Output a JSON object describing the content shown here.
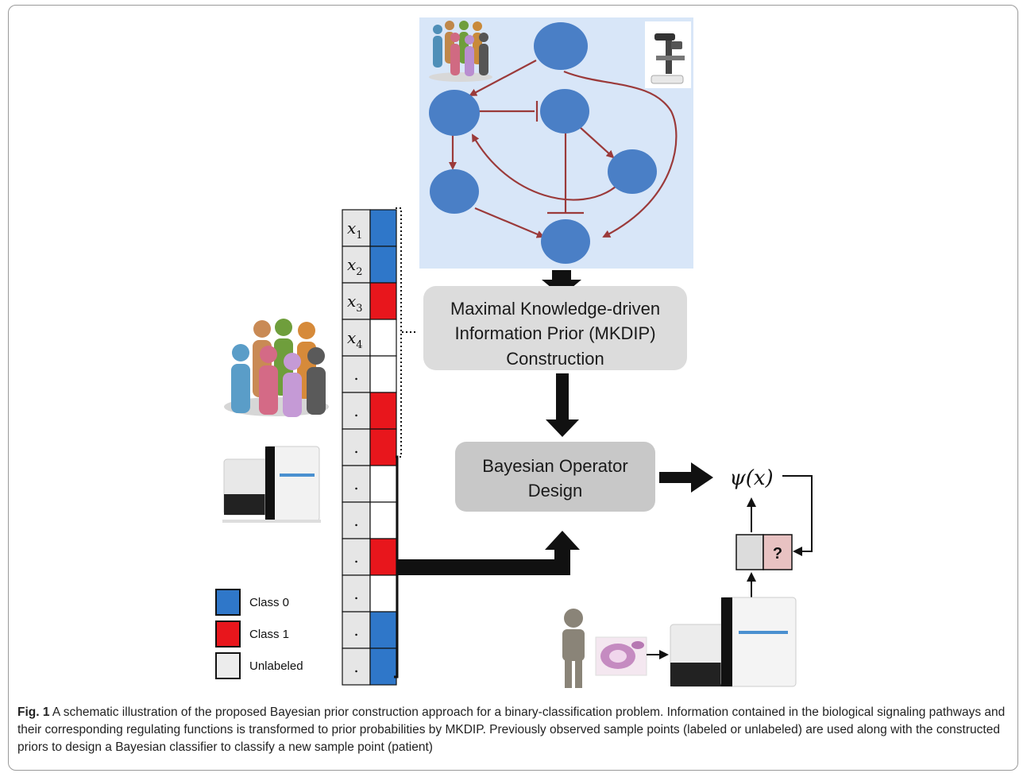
{
  "figure": {
    "pathway_nodes": 6,
    "samples": [
      {
        "label": "x1",
        "class": "class0"
      },
      {
        "label": "x2",
        "class": "class0"
      },
      {
        "label": "x3",
        "class": "class1"
      },
      {
        "label": "x4",
        "class": "unlabeled"
      },
      {
        "label": ".",
        "class": "unlabeled"
      },
      {
        "label": ".",
        "class": "class1"
      },
      {
        "label": ".",
        "class": "class1"
      },
      {
        "label": ".",
        "class": "unlabeled"
      },
      {
        "label": ".",
        "class": "unlabeled"
      },
      {
        "label": ".",
        "class": "class1"
      },
      {
        "label": ".",
        "class": "unlabeled"
      },
      {
        "label": ".",
        "class": "class0"
      },
      {
        "label": ".",
        "class": "class0"
      }
    ],
    "mkdip_box": {
      "line1": "Maximal Knowledge-driven",
      "line2": "Information Prior (MKDIP)",
      "line3": "Construction"
    },
    "bayes_box": {
      "line1": "Bayesian Operator",
      "line2": "Design"
    },
    "classifier_label": "ψ(x)",
    "unknown_mark": "?",
    "legend": [
      {
        "label": "Class 0",
        "color": "#2f77c9"
      },
      {
        "label": "Class 1",
        "color": "#e8161c"
      },
      {
        "label": "Unlabeled",
        "color": "#ececec"
      }
    ],
    "colors": {
      "pathway_bg": "#d8e6f8",
      "node": "#4a7fc6",
      "edge": "#9b3a3a",
      "box_light": "#dcdcdc",
      "box_dark": "#c8c8c8"
    },
    "icons": [
      "people-group-icon",
      "microscope-icon",
      "sequencer-icon",
      "patient-icon",
      "tissue-slide-icon"
    ]
  },
  "caption": {
    "label": "Fig. 1",
    "text": " A schematic illustration of the proposed Bayesian prior construction approach for a binary-classification problem. Information contained in the biological signaling pathways and their corresponding regulating functions is transformed to prior probabilities by MKDIP. Previously observed sample points (labeled or unlabeled) are used along with the constructed priors to design a Bayesian classifier to classify a new sample point (patient)"
  }
}
